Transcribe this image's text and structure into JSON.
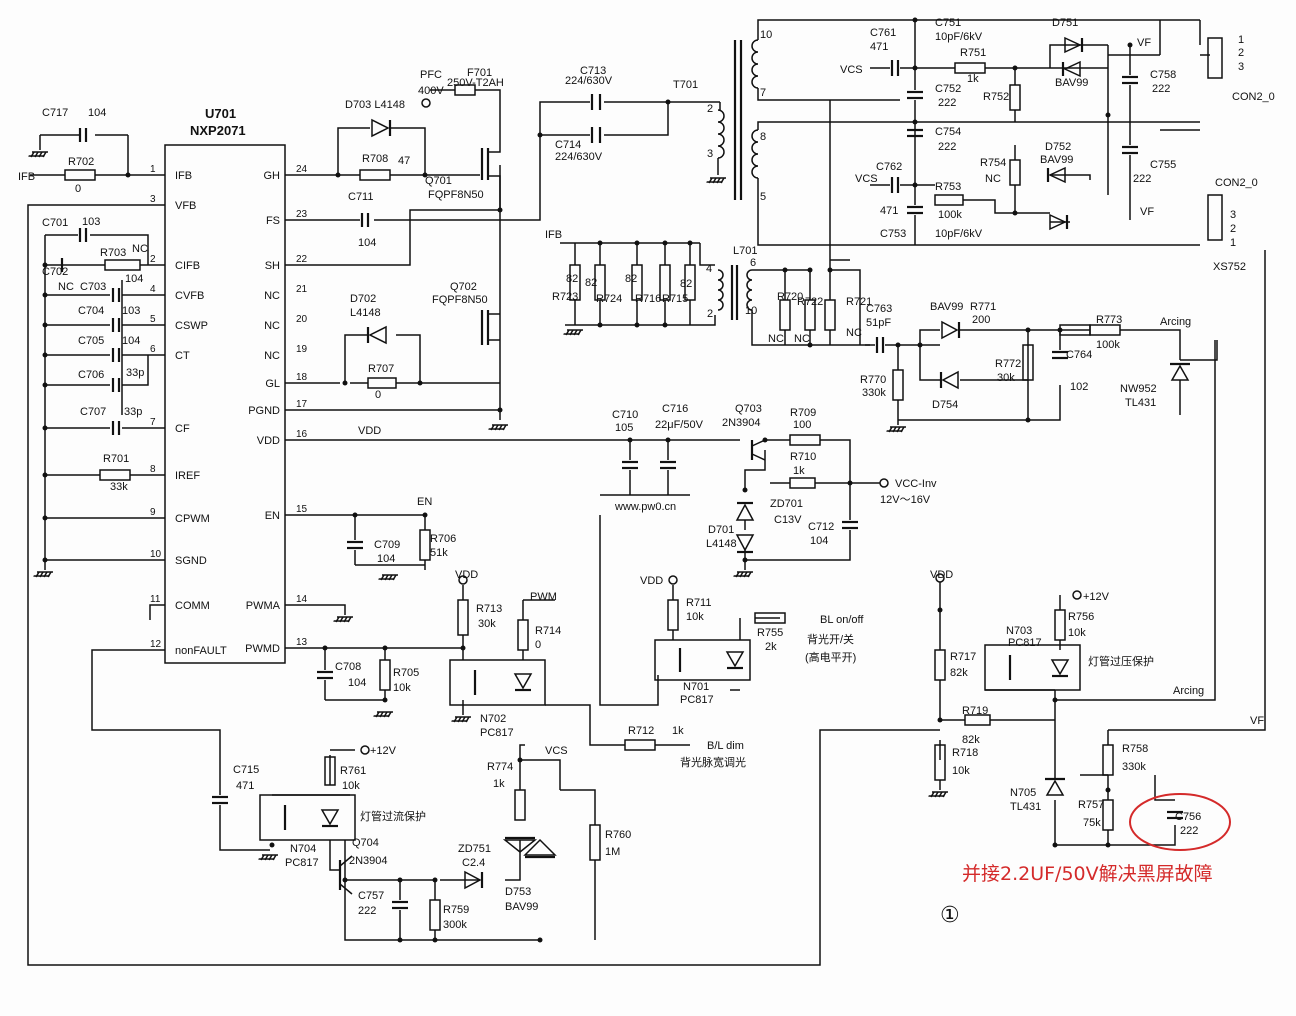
{
  "ic": {
    "ref": "U701",
    "part": "NXP2071"
  },
  "left_pins": [
    {
      "num": "1",
      "name": "IFB"
    },
    {
      "num": "3",
      "name": "VFB"
    },
    {
      "num": "2",
      "name": "CIFB"
    },
    {
      "num": "4",
      "name": "CVFB"
    },
    {
      "num": "5",
      "name": "CSWP"
    },
    {
      "num": "6",
      "name": "CT"
    },
    {
      "num": "7",
      "name": "CF"
    },
    {
      "num": "8",
      "name": "IREF"
    },
    {
      "num": "9",
      "name": "CPWM"
    },
    {
      "num": "10",
      "name": "SGND"
    },
    {
      "num": "11",
      "name": "COMM"
    },
    {
      "num": "12",
      "name": "nonFAULT"
    }
  ],
  "right_pins": [
    {
      "num": "24",
      "name": "GH"
    },
    {
      "num": "23",
      "name": "FS"
    },
    {
      "num": "22",
      "name": "SH"
    },
    {
      "num": "21",
      "name": "NC"
    },
    {
      "num": "20",
      "name": "NC"
    },
    {
      "num": "19",
      "name": "NC"
    },
    {
      "num": "18",
      "name": "GL"
    },
    {
      "num": "17",
      "name": "PGND"
    },
    {
      "num": "16",
      "name": "VDD"
    },
    {
      "num": "15",
      "name": "EN"
    },
    {
      "num": "14",
      "name": "PWMA"
    },
    {
      "num": "13",
      "name": "PWMD"
    }
  ],
  "labels": [
    {
      "id": "C717",
      "text": "C717"
    },
    {
      "id": "C717v",
      "text": "104"
    },
    {
      "id": "IFBin",
      "text": "IFB"
    },
    {
      "id": "R702",
      "text": "R702"
    },
    {
      "id": "R702v",
      "text": "0"
    },
    {
      "id": "C701",
      "text": "C701"
    },
    {
      "id": "C701v",
      "text": "103"
    },
    {
      "id": "R703",
      "text": "R703"
    },
    {
      "id": "R703nc",
      "text": "NC"
    },
    {
      "id": "C702",
      "text": "C702"
    },
    {
      "id": "C702nc",
      "text": "NC"
    },
    {
      "id": "R703v",
      "text": "104"
    },
    {
      "id": "C703",
      "text": "C703"
    },
    {
      "id": "C704",
      "text": "C704"
    },
    {
      "id": "C704v",
      "text": "103"
    },
    {
      "id": "C705",
      "text": "C705"
    },
    {
      "id": "C705v",
      "text": "104"
    },
    {
      "id": "C706",
      "text": "C706"
    },
    {
      "id": "C706v",
      "text": "33p"
    },
    {
      "id": "C707",
      "text": "C707"
    },
    {
      "id": "C707v",
      "text": "33p"
    },
    {
      "id": "R701",
      "text": "R701"
    },
    {
      "id": "R701v",
      "text": "33k"
    },
    {
      "id": "D703",
      "text": "D703 L4148"
    },
    {
      "id": "R708",
      "text": "R708"
    },
    {
      "id": "R708v",
      "text": "47"
    },
    {
      "id": "PFC",
      "text": "PFC"
    },
    {
      "id": "PFCv",
      "text": "400V"
    },
    {
      "id": "F701",
      "text": "F701"
    },
    {
      "id": "F701v",
      "text": "250V-T2AH"
    },
    {
      "id": "Q701",
      "text": "Q701"
    },
    {
      "id": "Q701p",
      "text": "FQPF8N50"
    },
    {
      "id": "C711",
      "text": "C711"
    },
    {
      "id": "C711v",
      "text": "104"
    },
    {
      "id": "D702",
      "text": "D702"
    },
    {
      "id": "D702p",
      "text": "L4148"
    },
    {
      "id": "Q702",
      "text": "Q702"
    },
    {
      "id": "Q702p",
      "text": "FQPF8N50"
    },
    {
      "id": "R707",
      "text": "R707"
    },
    {
      "id": "R707v",
      "text": "0"
    },
    {
      "id": "VDDnet",
      "text": "VDD"
    },
    {
      "id": "C713",
      "text": "C713"
    },
    {
      "id": "C713v",
      "text": "224/630V"
    },
    {
      "id": "C714",
      "text": "C714"
    },
    {
      "id": "C714v",
      "text": "224/630V"
    },
    {
      "id": "T701",
      "text": "T701"
    },
    {
      "id": "t10",
      "text": "10"
    },
    {
      "id": "t7",
      "text": "7"
    },
    {
      "id": "t2",
      "text": "2"
    },
    {
      "id": "t3",
      "text": "3"
    },
    {
      "id": "t8",
      "text": "8"
    },
    {
      "id": "t5",
      "text": "5"
    },
    {
      "id": "C761",
      "text": "C761"
    },
    {
      "id": "C761v",
      "text": "471"
    },
    {
      "id": "C751",
      "text": "C751"
    },
    {
      "id": "C751v",
      "text": "10pF/6kV"
    },
    {
      "id": "VCS1",
      "text": "VCS"
    },
    {
      "id": "R751",
      "text": "R751"
    },
    {
      "id": "R751v",
      "text": "1k"
    },
    {
      "id": "C752",
      "text": "C752"
    },
    {
      "id": "C752v",
      "text": "222"
    },
    {
      "id": "R752",
      "text": "R752"
    },
    {
      "id": "D751",
      "text": "D751"
    },
    {
      "id": "BAV99a",
      "text": "BAV99"
    },
    {
      "id": "VF1",
      "text": "VF"
    },
    {
      "id": "C758",
      "text": "C758"
    },
    {
      "id": "C758v",
      "text": "222"
    },
    {
      "id": "CON20a",
      "text": "CON2_0"
    },
    {
      "id": "p1",
      "text": "1"
    },
    {
      "id": "p2",
      "text": "2"
    },
    {
      "id": "p3",
      "text": "3"
    },
    {
      "id": "C754",
      "text": "C754"
    },
    {
      "id": "C754v",
      "text": "222"
    },
    {
      "id": "D752",
      "text": "D752"
    },
    {
      "id": "BAV99b",
      "text": "BAV99"
    },
    {
      "id": "C762",
      "text": "C762"
    },
    {
      "id": "C762v",
      "text": "471"
    },
    {
      "id": "VCS2",
      "text": "VCS"
    },
    {
      "id": "R754",
      "text": "R754"
    },
    {
      "id": "R754nc",
      "text": "NC"
    },
    {
      "id": "R753",
      "text": "R753"
    },
    {
      "id": "R753v",
      "text": "100k"
    },
    {
      "id": "C753",
      "text": "C753"
    },
    {
      "id": "C753v",
      "text": "10pF/6kV"
    },
    {
      "id": "C755",
      "text": "C755"
    },
    {
      "id": "C755v",
      "text": "222"
    },
    {
      "id": "VF2",
      "text": "VF"
    },
    {
      "id": "CON20b",
      "text": "CON2_0"
    },
    {
      "id": "q3",
      "text": "3"
    },
    {
      "id": "q2",
      "text": "2"
    },
    {
      "id": "q1",
      "text": "1"
    },
    {
      "id": "XS752",
      "text": "XS752"
    },
    {
      "id": "IFBo",
      "text": "IFB"
    },
    {
      "id": "R723",
      "text": "R723"
    },
    {
      "id": "R723v",
      "text": "82"
    },
    {
      "id": "R724",
      "text": "R724"
    },
    {
      "id": "R724v",
      "text": "82"
    },
    {
      "id": "R716",
      "text": "R716"
    },
    {
      "id": "R716v",
      "text": "82"
    },
    {
      "id": "R715",
      "text": "R715"
    },
    {
      "id": "R715v",
      "text": "82"
    },
    {
      "id": "L701",
      "text": "L701"
    },
    {
      "id": "l4",
      "text": "4"
    },
    {
      "id": "l2",
      "text": "2"
    },
    {
      "id": "l6",
      "text": "6"
    },
    {
      "id": "l10",
      "text": "10"
    },
    {
      "id": "R720",
      "text": "R720"
    },
    {
      "id": "R722",
      "text": "R722"
    },
    {
      "id": "R721",
      "text": "R721"
    },
    {
      "id": "nc1",
      "text": "NC"
    },
    {
      "id": "nc2",
      "text": "NC"
    },
    {
      "id": "nc3",
      "text": "NC"
    },
    {
      "id": "C763",
      "text": "C763"
    },
    {
      "id": "C763v",
      "text": "51pF"
    },
    {
      "id": "BAV99c",
      "text": "BAV99"
    },
    {
      "id": "R771",
      "text": "R771"
    },
    {
      "id": "R771v",
      "text": "200"
    },
    {
      "id": "R773",
      "text": "R773"
    },
    {
      "id": "R773v",
      "text": "100k"
    },
    {
      "id": "Arcing1",
      "text": "Arcing"
    },
    {
      "id": "R770",
      "text": "R770"
    },
    {
      "id": "R770v",
      "text": "330k"
    },
    {
      "id": "D754",
      "text": "D754"
    },
    {
      "id": "R772",
      "text": "R772"
    },
    {
      "id": "R772v",
      "text": "30k"
    },
    {
      "id": "C764",
      "text": "C764"
    },
    {
      "id": "C764v",
      "text": "102"
    },
    {
      "id": "NW952",
      "text": "NW952"
    },
    {
      "id": "TL431a",
      "text": "TL431"
    },
    {
      "id": "C710",
      "text": "C710"
    },
    {
      "id": "C710v",
      "text": "105"
    },
    {
      "id": "C716",
      "text": "C716"
    },
    {
      "id": "C716v",
      "text": "22μF/50V"
    },
    {
      "id": "Q703",
      "text": "Q703"
    },
    {
      "id": "Q703p",
      "text": "2N3904"
    },
    {
      "id": "R709",
      "text": "R709"
    },
    {
      "id": "R709v",
      "text": "100"
    },
    {
      "id": "R710",
      "text": "R710"
    },
    {
      "id": "R710v",
      "text": "1k"
    },
    {
      "id": "ZD701",
      "text": "ZD701"
    },
    {
      "id": "ZD701v",
      "text": "C13V"
    },
    {
      "id": "VCCinv",
      "text": "VCC-Inv"
    },
    {
      "id": "VCCr",
      "text": "12V～16V"
    },
    {
      "id": "D701",
      "text": "D701"
    },
    {
      "id": "D701p",
      "text": "L4148"
    },
    {
      "id": "C712",
      "text": "C712"
    },
    {
      "id": "C712v",
      "text": "104"
    },
    {
      "id": "wm",
      "text": "www.pw0.cn"
    },
    {
      "id": "ENnet",
      "text": "EN"
    },
    {
      "id": "C709",
      "text": "C709"
    },
    {
      "id": "C709v",
      "text": "104"
    },
    {
      "id": "R706",
      "text": "R706"
    },
    {
      "id": "R706v",
      "text": "51k"
    },
    {
      "id": "VDD2",
      "text": "VDD"
    },
    {
      "id": "R713",
      "text": "R713"
    },
    {
      "id": "R713v",
      "text": "30k"
    },
    {
      "id": "PWMnet",
      "text": "PWM"
    },
    {
      "id": "R714",
      "text": "R714"
    },
    {
      "id": "R714v",
      "text": "0"
    },
    {
      "id": "C708",
      "text": "C708"
    },
    {
      "id": "C708v",
      "text": "104"
    },
    {
      "id": "R705",
      "text": "R705"
    },
    {
      "id": "R705v",
      "text": "10k"
    },
    {
      "id": "N702",
      "text": "N702"
    },
    {
      "id": "N702p",
      "text": "PC817"
    },
    {
      "id": "VDD3",
      "text": "VDD"
    },
    {
      "id": "R711",
      "text": "R711"
    },
    {
      "id": "R711v",
      "text": "10k"
    },
    {
      "id": "R755",
      "text": "R755"
    },
    {
      "id": "R755v",
      "text": "2k"
    },
    {
      "id": "BLon",
      "text": "BL on/off"
    },
    {
      "id": "BLcn",
      "text": "背光开/关"
    },
    {
      "id": "BLcn2",
      "text": "(高电平开)"
    },
    {
      "id": "N701",
      "text": "N701"
    },
    {
      "id": "N701p",
      "text": "PC817"
    },
    {
      "id": "R712",
      "text": "R712"
    },
    {
      "id": "R712v",
      "text": "1k"
    },
    {
      "id": "BLdim",
      "text": "B/L dim"
    },
    {
      "id": "BLdimcn",
      "text": "背光脉宽调光"
    },
    {
      "id": "C715",
      "text": "C715"
    },
    {
      "id": "C715v",
      "text": "471"
    },
    {
      "id": "V12a",
      "text": "+12V"
    },
    {
      "id": "R761",
      "text": "R761"
    },
    {
      "id": "R761v",
      "text": "10k"
    },
    {
      "id": "OCP",
      "text": "灯管过流保护"
    },
    {
      "id": "N704",
      "text": "N704"
    },
    {
      "id": "N704p",
      "text": "PC817"
    },
    {
      "id": "Q704",
      "text": "Q704"
    },
    {
      "id": "Q704p",
      "text": "2N3904"
    },
    {
      "id": "VCS3",
      "text": "VCS"
    },
    {
      "id": "R774",
      "text": "R774"
    },
    {
      "id": "R774v",
      "text": "1k"
    },
    {
      "id": "R760",
      "text": "R760"
    },
    {
      "id": "R760v",
      "text": "1M"
    },
    {
      "id": "ZD751",
      "text": "ZD751"
    },
    {
      "id": "ZD751v",
      "text": "C2.4"
    },
    {
      "id": "D753",
      "text": "D753"
    },
    {
      "id": "D753p",
      "text": "BAV99"
    },
    {
      "id": "C757",
      "text": "C757"
    },
    {
      "id": "C757v",
      "text": "222"
    },
    {
      "id": "R759",
      "text": "R759"
    },
    {
      "id": "R759v",
      "text": "300k"
    },
    {
      "id": "VDD4",
      "text": "VDD"
    },
    {
      "id": "V12b",
      "text": "+12V"
    },
    {
      "id": "R717",
      "text": "R717"
    },
    {
      "id": "R717v",
      "text": "82k"
    },
    {
      "id": "N703",
      "text": "N703"
    },
    {
      "id": "N703p",
      "text": "PC817"
    },
    {
      "id": "R756",
      "text": "R756"
    },
    {
      "id": "R756v",
      "text": "10k"
    },
    {
      "id": "OVP",
      "text": "灯管过压保护"
    },
    {
      "id": "Arcing2",
      "text": "Arcing"
    },
    {
      "id": "R719",
      "text": "R719"
    },
    {
      "id": "R719v",
      "text": "82k"
    },
    {
      "id": "R718",
      "text": "R718"
    },
    {
      "id": "R718v",
      "text": "10k"
    },
    {
      "id": "VF3",
      "text": "VF"
    },
    {
      "id": "R758",
      "text": "R758"
    },
    {
      "id": "R758v",
      "text": "330k"
    },
    {
      "id": "N705",
      "text": "N705"
    },
    {
      "id": "TL431b",
      "text": "TL431"
    },
    {
      "id": "R757",
      "text": "R757"
    },
    {
      "id": "R757v",
      "text": "75k"
    },
    {
      "id": "C756",
      "text": "C756"
    },
    {
      "id": "C756v",
      "text": "222"
    }
  ],
  "annotation": {
    "text": "并接2.2UF/50V解决黑屏故障",
    "color": "#d42a2a"
  },
  "figure_number": "①"
}
